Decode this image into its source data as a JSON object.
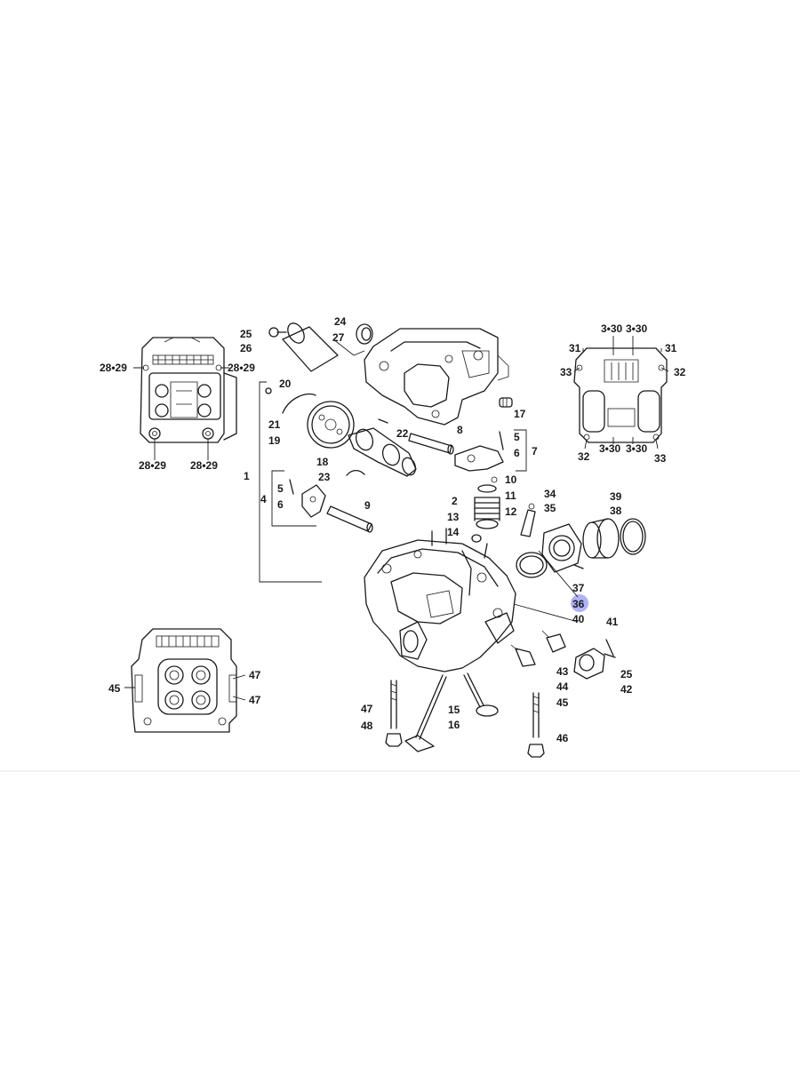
{
  "diagram": {
    "highlight_label": "36",
    "callouts": [
      {
        "id": "c24",
        "text": "24"
      },
      {
        "id": "c25a",
        "text": "25"
      },
      {
        "id": "c26",
        "text": "26"
      },
      {
        "id": "c27",
        "text": "27"
      },
      {
        "id": "c20",
        "text": "20"
      },
      {
        "id": "c21",
        "text": "21"
      },
      {
        "id": "c19",
        "text": "19"
      },
      {
        "id": "c22",
        "text": "22"
      },
      {
        "id": "c8",
        "text": "8"
      },
      {
        "id": "c17",
        "text": "17"
      },
      {
        "id": "c18",
        "text": "18"
      },
      {
        "id": "c23",
        "text": "23"
      },
      {
        "id": "c1",
        "text": "1"
      },
      {
        "id": "c4",
        "text": "4"
      },
      {
        "id": "c5a",
        "text": "5"
      },
      {
        "id": "c6a",
        "text": "6"
      },
      {
        "id": "c9",
        "text": "9"
      },
      {
        "id": "c5b",
        "text": "5"
      },
      {
        "id": "c6b",
        "text": "6"
      },
      {
        "id": "c7",
        "text": "7"
      },
      {
        "id": "c10",
        "text": "10"
      },
      {
        "id": "c11",
        "text": "11"
      },
      {
        "id": "c12",
        "text": "12"
      },
      {
        "id": "c2",
        "text": "2"
      },
      {
        "id": "c13",
        "text": "13"
      },
      {
        "id": "c14",
        "text": "14"
      },
      {
        "id": "c34",
        "text": "34"
      },
      {
        "id": "c35",
        "text": "35"
      },
      {
        "id": "c39",
        "text": "39"
      },
      {
        "id": "c38",
        "text": "38"
      },
      {
        "id": "c37",
        "text": "37"
      },
      {
        "id": "c36",
        "text": "36"
      },
      {
        "id": "c40",
        "text": "40"
      },
      {
        "id": "c41",
        "text": "41"
      },
      {
        "id": "c25b",
        "text": "25"
      },
      {
        "id": "c42",
        "text": "42"
      },
      {
        "id": "c43",
        "text": "43"
      },
      {
        "id": "c44",
        "text": "44"
      },
      {
        "id": "c45b",
        "text": "45"
      },
      {
        "id": "c46",
        "text": "46"
      },
      {
        "id": "c47b",
        "text": "47"
      },
      {
        "id": "c48",
        "text": "48"
      },
      {
        "id": "c15",
        "text": "15"
      },
      {
        "id": "c16",
        "text": "16"
      },
      {
        "id": "c2829a",
        "text": "28•29"
      },
      {
        "id": "c2829b",
        "text": "28•29"
      },
      {
        "id": "c2829c",
        "text": "28•29"
      },
      {
        "id": "c2829d",
        "text": "28•29"
      },
      {
        "id": "c330a",
        "text": "3•30"
      },
      {
        "id": "c330b",
        "text": "3•30"
      },
      {
        "id": "c330c",
        "text": "3•30"
      },
      {
        "id": "c330d",
        "text": "3•30"
      },
      {
        "id": "c31a",
        "text": "31"
      },
      {
        "id": "c31b",
        "text": "31"
      },
      {
        "id": "c33a",
        "text": "33"
      },
      {
        "id": "c33b",
        "text": "33"
      },
      {
        "id": "c32a",
        "text": "32"
      },
      {
        "id": "c32b",
        "text": "32"
      },
      {
        "id": "c45a",
        "text": "45"
      },
      {
        "id": "c47a",
        "text": "47"
      },
      {
        "id": "c47c",
        "text": "47"
      }
    ]
  }
}
